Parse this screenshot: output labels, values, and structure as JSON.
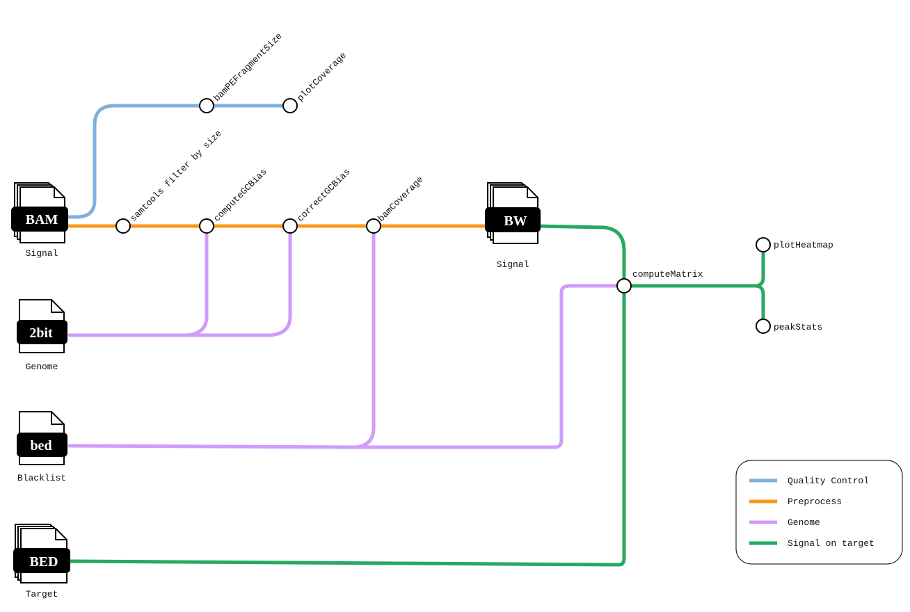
{
  "colors": {
    "quality_control": "#7fb0dc",
    "preprocess": "#f5991c",
    "genome": "#cf9cf9",
    "signal_on_target": "#27a95f"
  },
  "files": [
    {
      "id": "bam",
      "tag": "BAM",
      "caption": "Signal",
      "stacked": true,
      "icon": "file-stack-icon"
    },
    {
      "id": "twobit",
      "tag": "2bit",
      "caption": "Genome",
      "stacked": false,
      "icon": "file-icon"
    },
    {
      "id": "bed-blacklist",
      "tag": "bed",
      "caption": "Blacklist",
      "stacked": false,
      "icon": "file-icon"
    },
    {
      "id": "bed-target",
      "tag": "BED",
      "caption": "Target",
      "stacked": true,
      "icon": "file-stack-icon"
    },
    {
      "id": "bw",
      "tag": "BW",
      "caption": "Signal",
      "stacked": true,
      "icon": "file-stack-icon"
    }
  ],
  "stations": {
    "bamPEFragmentSize": "bamPEFragmentSize",
    "plotCoverage": "plotCoverage",
    "samtools_filter": "samtools filter by size",
    "computeGCBias": "computeGCBias",
    "correctGCBias": "correctGCBias",
    "bamCoverage": "bamCoverage",
    "computeMatrix": "computeMatrix",
    "plotHeatmap": "plotHeatmap",
    "peakStats": "peakStats"
  },
  "legend": {
    "items": [
      {
        "label": "Quality Control",
        "color_key": "quality_control"
      },
      {
        "label": "Preprocess",
        "color_key": "preprocess"
      },
      {
        "label": "Genome",
        "color_key": "genome"
      },
      {
        "label": "Signal on target",
        "color_key": "signal_on_target"
      }
    ]
  }
}
